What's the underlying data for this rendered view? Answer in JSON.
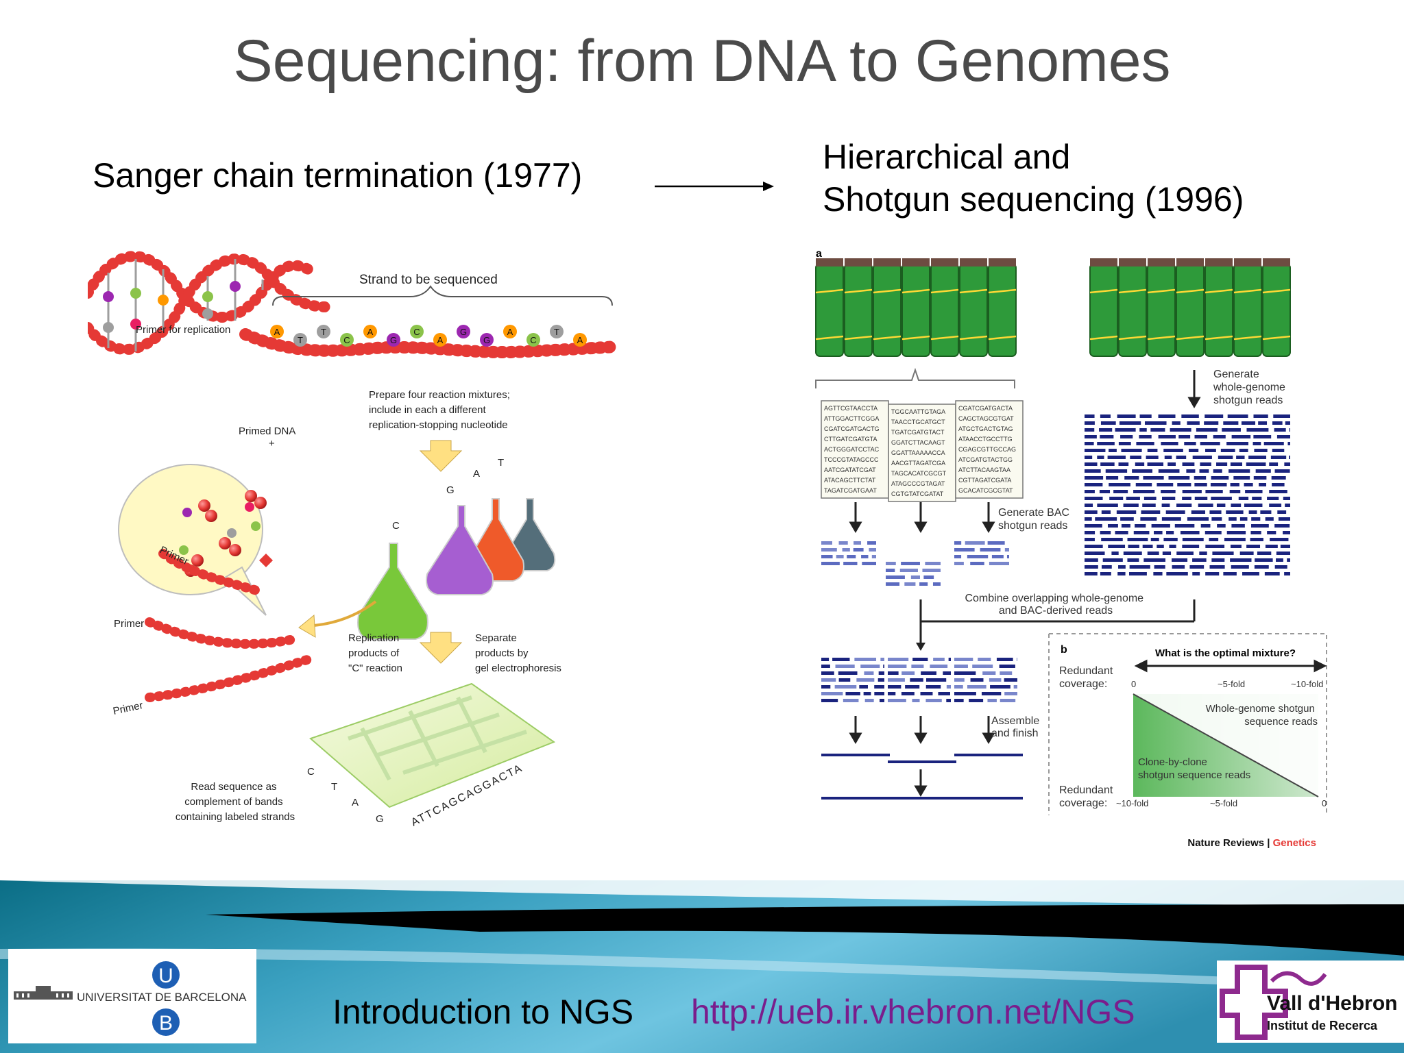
{
  "slide": {
    "title": "Sequencing: from DNA to Genomes",
    "left_heading": "Sanger chain termination (1977)",
    "right_heading_line1": "Hierarchical and",
    "right_heading_line2": "Shotgun sequencing (1996)"
  },
  "sanger": {
    "strand_label": "Strand to be sequenced",
    "primer_for_replication": "Primer for replication",
    "template_bases": [
      "A",
      "T",
      "T",
      "C",
      "A",
      "G",
      "C",
      "A",
      "G",
      "G",
      "A",
      "C",
      "T",
      "A"
    ],
    "prepare_line1": "Prepare four reaction mixtures;",
    "prepare_line2": "include in each a different",
    "prepare_line3": "replication-stopping nucleotide",
    "primed_dna": "Primed DNA",
    "plus": "+",
    "flask_labels": [
      "C",
      "G",
      "A",
      "T"
    ],
    "primer_label": "Primer",
    "replication_line1": "Replication",
    "replication_line2": "products of",
    "replication_line3": "\"C\" reaction",
    "separate_line1": "Separate",
    "separate_line2": "products by",
    "separate_line3": "gel electrophoresis",
    "read_line1": "Read sequence as",
    "read_line2": "complement of bands",
    "read_line3": "containing labeled strands",
    "gel_lane_labels": [
      "C",
      "T",
      "A",
      "G"
    ],
    "read_sequence": "ATTCAGCAGGACTA"
  },
  "shotgun": {
    "panel_a": "a",
    "panel_b": "b",
    "bac_sequences": [
      [
        "AGTTCGTAACCTA",
        "ATTGGACTTCGGA",
        "CGATCGATGACTG",
        "CTTGATCGATGTA",
        "ACTGGGATCCTAC",
        "TCCCGTATAGCCC",
        "AATCGATATCGAT",
        "ATACAGCTTCTAT",
        "TAGATCGATGAAT"
      ],
      [
        "TGGCAATTGTAGA",
        "TAACCTGCATGCT",
        "TGATCGATGTACT",
        "GGATCTTACAAGT",
        "GGATTAAAAACCA",
        "AACGTTAGATCGA",
        "TAGCACATCGCGT",
        "ATAGCCCGTAGAT",
        "CGTGTATCGATAT"
      ],
      [
        "CGATCGATGACTA",
        "CAGCTAGCGTGAT",
        "ATGCTGACTGTAG",
        "ATAACCTGCCTTG",
        "CGAGCGTTGCCAG",
        "ATCGATGTACTGG",
        "ATCTTACAAGTAA",
        "CGTTAGATCGATA",
        "GCACATCGCGTAT"
      ]
    ],
    "generate_wgs_line1": "Generate",
    "generate_wgs_line2": "whole-genome",
    "generate_wgs_line3": "shotgun reads",
    "generate_bac_line1": "Generate BAC",
    "generate_bac_line2": "shotgun reads",
    "combine_line1": "Combine overlapping whole-genome",
    "combine_line2": "and BAC-derived reads",
    "assemble_line1": "Assemble",
    "assemble_line2": "and finish",
    "optimal_question": "What is the optimal mixture?",
    "redundant_coverage_line1": "Redundant",
    "redundant_coverage_line2": "coverage:",
    "top_ticks": [
      "0",
      "~5-fold",
      "~10-fold"
    ],
    "bottom_ticks": [
      "~10-fold",
      "~5-fold",
      "0"
    ],
    "wgs_reads_line1": "Whole-genome shotgun",
    "wgs_reads_line2": "sequence reads",
    "cbc_line1": "Clone-by-clone",
    "cbc_line2": "shotgun sequence reads",
    "journal": "Nature Reviews",
    "journal_sep": " | ",
    "journal_section": "Genetics"
  },
  "footer": {
    "course": "Introduction to NGS",
    "url": "http://ueb.ir.vhebron.net/NGS",
    "ub_name": "UNIVERSITAT DE BARCELONA",
    "ub_letter_top": "U",
    "ub_letter_bottom": "B",
    "vh_name": "Vall d'Hebron",
    "vh_sub": "Institut de Recerca"
  },
  "colors": {
    "title": "#4a4a4a",
    "url": "#7a1d8c",
    "book_green": "#2e9a3a",
    "read_navy": "#1a237e",
    "read_light": "#7986cb",
    "bead_red": "#e53935",
    "vh_purple": "#8e2a8e"
  }
}
